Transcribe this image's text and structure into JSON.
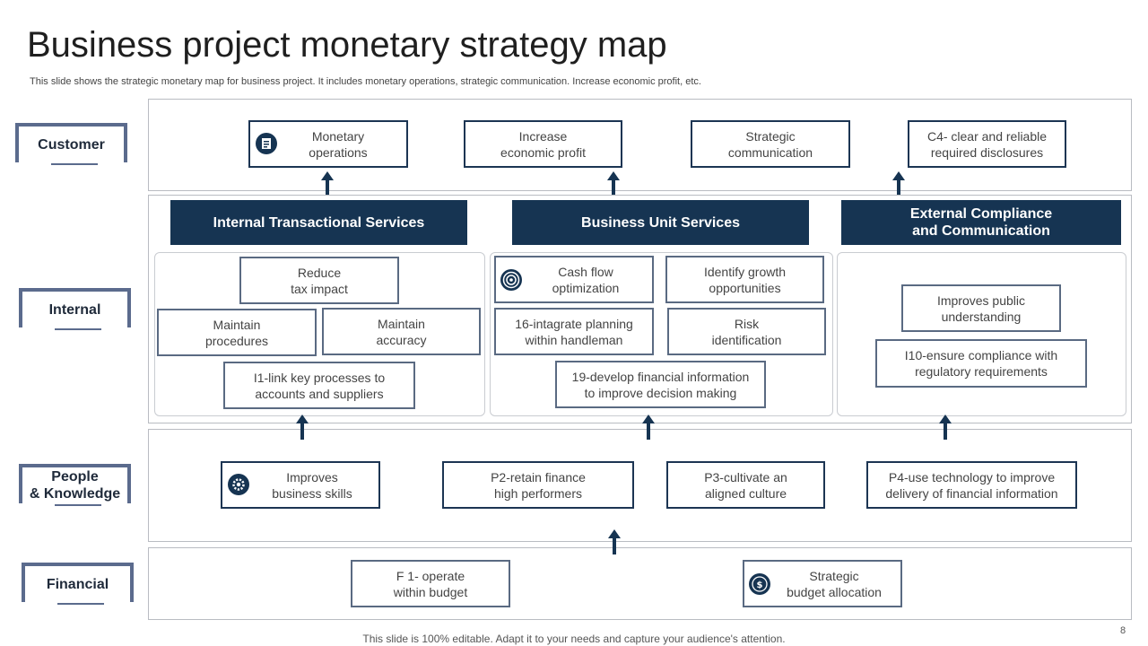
{
  "title": "Business project monetary strategy map",
  "subtitle": "This slide shows the strategic monetary map for business project. It includes monetary operations, strategic communication. Increase economic profit, etc.",
  "rows": {
    "customer": "Customer",
    "internal": "Internal",
    "people": "People\n& Knowledge",
    "financial": "Financial"
  },
  "customer_boxes": [
    "Monetary\noperations",
    "Increase\neconomic profit",
    "Strategic\ncommunication",
    "C4- clear and reliable\nrequired disclosures"
  ],
  "internal_headers": [
    "Internal Transactional Services",
    "Business Unit Services",
    "External Compliance\nand Communication"
  ],
  "internal_left": [
    "Reduce\ntax impact",
    "Maintain\nprocedures",
    "Maintain\naccuracy",
    "I1-link key processes to\naccounts and suppliers"
  ],
  "internal_mid": [
    "Cash flow\noptimization",
    "Identify growth\nopportunities",
    "16-intagrate planning\nwithin handleman",
    "Risk\nidentification",
    "19-develop financial information\nto improve decision making"
  ],
  "internal_right": [
    "Improves public\nunderstanding",
    "I10-ensure compliance with\nregulatory requirements"
  ],
  "people_boxes": [
    "Improves\nbusiness skills",
    "P2-retain finance\nhigh performers",
    "P3-cultivate an\naligned culture",
    "P4-use technology to improve\ndelivery of financial information"
  ],
  "financial_boxes": [
    "F 1- operate\nwithin budget",
    "Strategic\nbudget allocation"
  ],
  "icons": [
    "document-icon",
    "target-icon",
    "gear-icon",
    "dollar-icon"
  ],
  "colors": {
    "navy": "#163452",
    "box_border": "#1c3553",
    "label_accent": "#5b6b8d"
  },
  "footer": "This slide is 100% editable. Adapt it to your needs and capture your audience's attention.",
  "page_number": "8"
}
